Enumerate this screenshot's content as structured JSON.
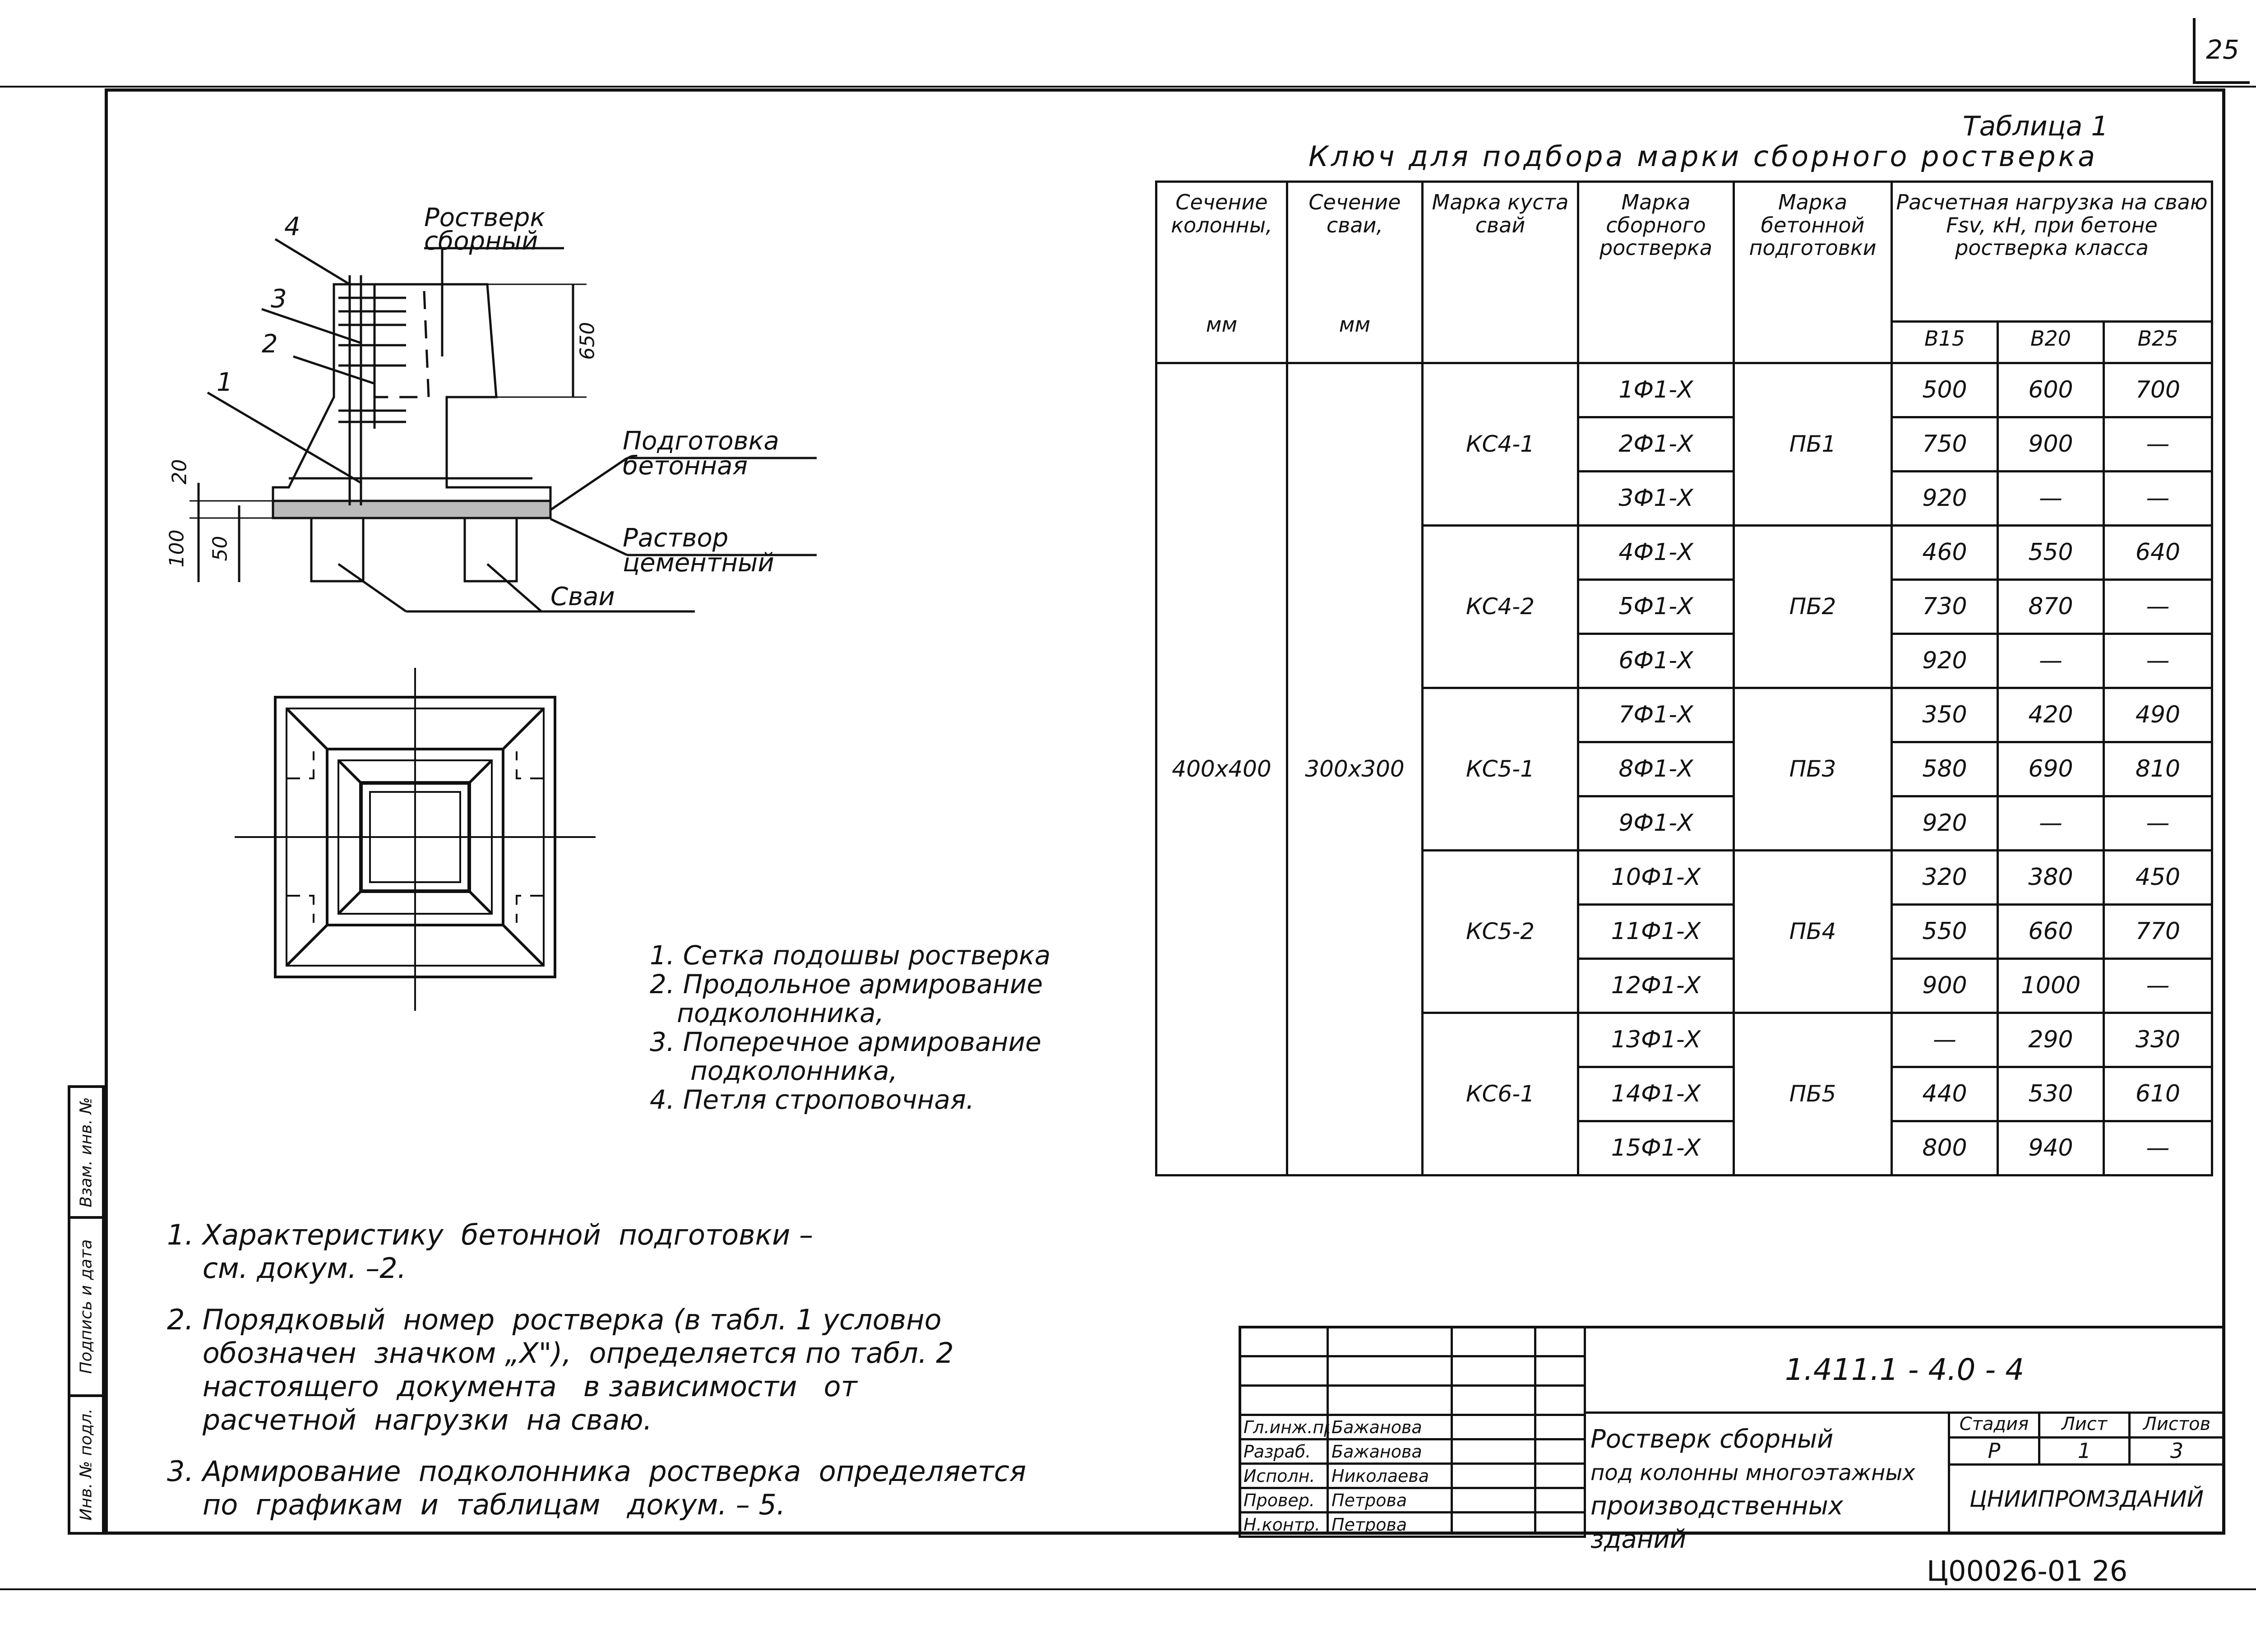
{
  "page_number": "25",
  "sheet_code": "Ц00026-01   26",
  "table": {
    "caption": "Таблица 1",
    "title": "Ключ для подбора марки сборного ростверка",
    "headers": {
      "column_section": "Сечение колонны,",
      "column_unit": "мм",
      "pile_section": "Сечение сваи,",
      "pile_unit": "мм",
      "bush_mark": "Марка куста свай",
      "grillage_mark": "Марка сборного ростверка",
      "prep_mark": "Марка бетонной подготовки",
      "load": "Расчетная нагрузка на сваю Fsv, кН, при бетоне ростверка класса",
      "classes": [
        "В15",
        "В20",
        "В25"
      ]
    },
    "column_section_value": "400х400",
    "pile_section_value": "300х300",
    "groups": [
      {
        "bush": "КС4-1",
        "prep": "ПБ1",
        "rows": [
          {
            "mark": "1Ф1-Х",
            "b15": "500",
            "b20": "600",
            "b25": "700"
          },
          {
            "mark": "2Ф1-Х",
            "b15": "750",
            "b20": "900",
            "b25": "—"
          },
          {
            "mark": "3Ф1-Х",
            "b15": "920",
            "b20": "—",
            "b25": "—"
          }
        ]
      },
      {
        "bush": "КС4-2",
        "prep": "ПБ2",
        "rows": [
          {
            "mark": "4Ф1-Х",
            "b15": "460",
            "b20": "550",
            "b25": "640"
          },
          {
            "mark": "5Ф1-Х",
            "b15": "730",
            "b20": "870",
            "b25": "—"
          },
          {
            "mark": "6Ф1-Х",
            "b15": "920",
            "b20": "—",
            "b25": "—"
          }
        ]
      },
      {
        "bush": "КС5-1",
        "prep": "ПБ3",
        "rows": [
          {
            "mark": "7Ф1-Х",
            "b15": "350",
            "b20": "420",
            "b25": "490"
          },
          {
            "mark": "8Ф1-Х",
            "b15": "580",
            "b20": "690",
            "b25": "810"
          },
          {
            "mark": "9Ф1-Х",
            "b15": "920",
            "b20": "—",
            "b25": "—"
          }
        ]
      },
      {
        "bush": "КС5-2",
        "prep": "ПБ4",
        "rows": [
          {
            "mark": "10Ф1-Х",
            "b15": "320",
            "b20": "380",
            "b25": "450"
          },
          {
            "mark": "11Ф1-Х",
            "b15": "550",
            "b20": "660",
            "b25": "770"
          },
          {
            "mark": "12Ф1-Х",
            "b15": "900",
            "b20": "1000",
            "b25": "—"
          }
        ]
      },
      {
        "bush": "КС6-1",
        "prep": "ПБ5",
        "rows": [
          {
            "mark": "13Ф1-Х",
            "b15": "—",
            "b20": "290",
            "b25": "330"
          },
          {
            "mark": "14Ф1-Х",
            "b15": "440",
            "b20": "530",
            "b25": "610"
          },
          {
            "mark": "15Ф1-Х",
            "b15": "800",
            "b20": "940",
            "b25": "—"
          }
        ]
      }
    ]
  },
  "section": {
    "labels": {
      "grillage": [
        "Ростверк",
        "сборный"
      ],
      "prep": [
        "Подготовка",
        "бетонная"
      ],
      "mortar": [
        "Раствор",
        "цементный"
      ],
      "piles": "Сваи"
    },
    "callouts": [
      "4",
      "3",
      "2",
      "1"
    ],
    "dims": {
      "d650": "650",
      "d20": "20",
      "d100": "100",
      "d50": "50"
    }
  },
  "legend": [
    "1. Сетка подошвы ростверка",
    "2. Продольное армирование",
    "подколонника,",
    "3. Поперечное армирование",
    "подколонника,",
    "4. Петля строповочная."
  ],
  "notes": [
    "1. Характеристику  бетонной  подготовки –\n    см. докум. –2.",
    "2. Порядковый  номер  ростверка (в табл. 1 условно\n    обозначен  значком „Х\"),  определяется по табл. 2\n    настоящего  документа   в зависимости   от\n    расчетной  нагрузки  на сваю.",
    "3. Армирование  подколонника  ростверка  определяется\n    по  графикам  и  таблицам   докум. – 5."
  ],
  "side_strip": [
    "Инв. № подл.",
    "Подпись и дата",
    "Взам. инв. №"
  ],
  "title_block": {
    "doc_code": "1.411.1 - 4.0 - 4",
    "name_lines": [
      "Ростверк  сборный",
      "под колонны многоэтажных",
      "производственных  зданий"
    ],
    "stage_label": "Стадия",
    "sheet_label": "Лист",
    "sheets_label": "Листов",
    "stage": "Р",
    "sheet": "1",
    "sheets": "3",
    "org": "ЦНИИПРОМЗДАНИЙ",
    "signatures": [
      {
        "role": "Гл.инж.пр.",
        "name": "Бажанова"
      },
      {
        "role": "Разраб.",
        "name": "Бажанова"
      },
      {
        "role": "Исполн.",
        "name": "Николаева"
      },
      {
        "role": "Провер.",
        "name": "Петрова"
      },
      {
        "role": "Н.контр.",
        "name": "Петрова"
      }
    ]
  }
}
